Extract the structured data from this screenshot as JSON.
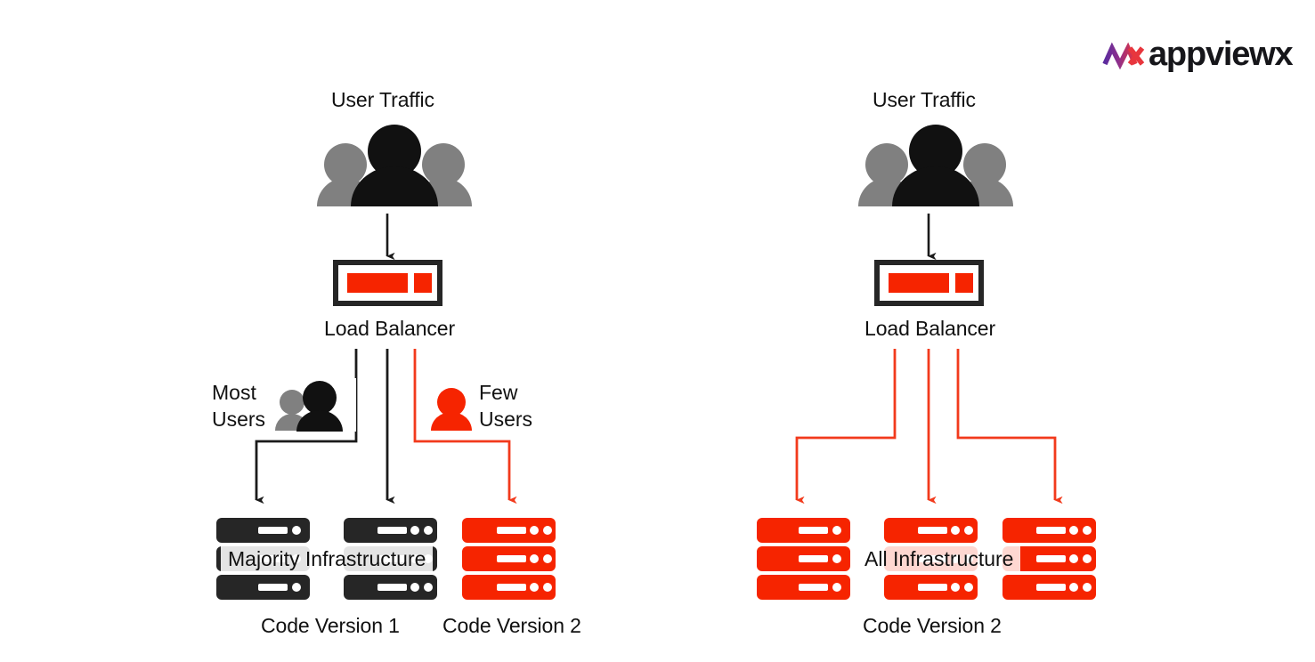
{
  "brand": {
    "logo_text": "appviewx",
    "logo_mark_name": "appviewx-wave-mark",
    "gradient_start": "#5B2C9E",
    "gradient_mid": "#8E2F8C",
    "gradient_end": "#E8363D"
  },
  "colors": {
    "red": "#F62400",
    "red_line": "#F23A1C",
    "dark": "#262626",
    "gray": "#808080",
    "black": "#111111",
    "white": "#FFFFFF"
  },
  "panels": [
    {
      "id": "canary-deployment",
      "user_traffic_label": "User Traffic",
      "load_balancer_label": "Load Balancer",
      "branches": [
        {
          "id": "most-users",
          "label": "Most\nUsers",
          "icon": "two-users-icon",
          "color": "#262626"
        },
        {
          "id": "middle",
          "label": "",
          "icon": "",
          "color": "#262626"
        },
        {
          "id": "few-users",
          "label": "Few\nUsers",
          "icon": "single-user-icon",
          "color": "#F62400"
        }
      ],
      "infrastructure_overlay": "Majority Infrastructure",
      "server_columns": [
        {
          "id": "col-1",
          "color": "dark",
          "dots": 1,
          "rows": 3
        },
        {
          "id": "col-2",
          "color": "dark",
          "dots": 2,
          "rows": 3
        },
        {
          "id": "col-3",
          "color": "red",
          "dots": 2,
          "rows": 3
        }
      ],
      "version_labels": [
        {
          "id": "version-1",
          "text": "Code Version 1"
        },
        {
          "id": "version-2",
          "text": "Code Version 2"
        }
      ]
    },
    {
      "id": "full-rollout",
      "user_traffic_label": "User Traffic",
      "load_balancer_label": "Load Balancer",
      "branches": [
        {
          "id": "left",
          "label": "",
          "icon": "",
          "color": "#F62400"
        },
        {
          "id": "middle",
          "label": "",
          "icon": "",
          "color": "#F62400"
        },
        {
          "id": "right",
          "label": "",
          "icon": "",
          "color": "#F62400"
        }
      ],
      "infrastructure_overlay": "All Infrastructure",
      "server_columns": [
        {
          "id": "col-1",
          "color": "red",
          "dots": 1,
          "rows": 3
        },
        {
          "id": "col-2",
          "color": "red",
          "dots": 2,
          "rows": 3
        },
        {
          "id": "col-3",
          "color": "red",
          "dots": 2,
          "rows": 3
        }
      ],
      "version_labels": [
        {
          "id": "version-2",
          "text": "Code Version 2"
        }
      ]
    }
  ]
}
